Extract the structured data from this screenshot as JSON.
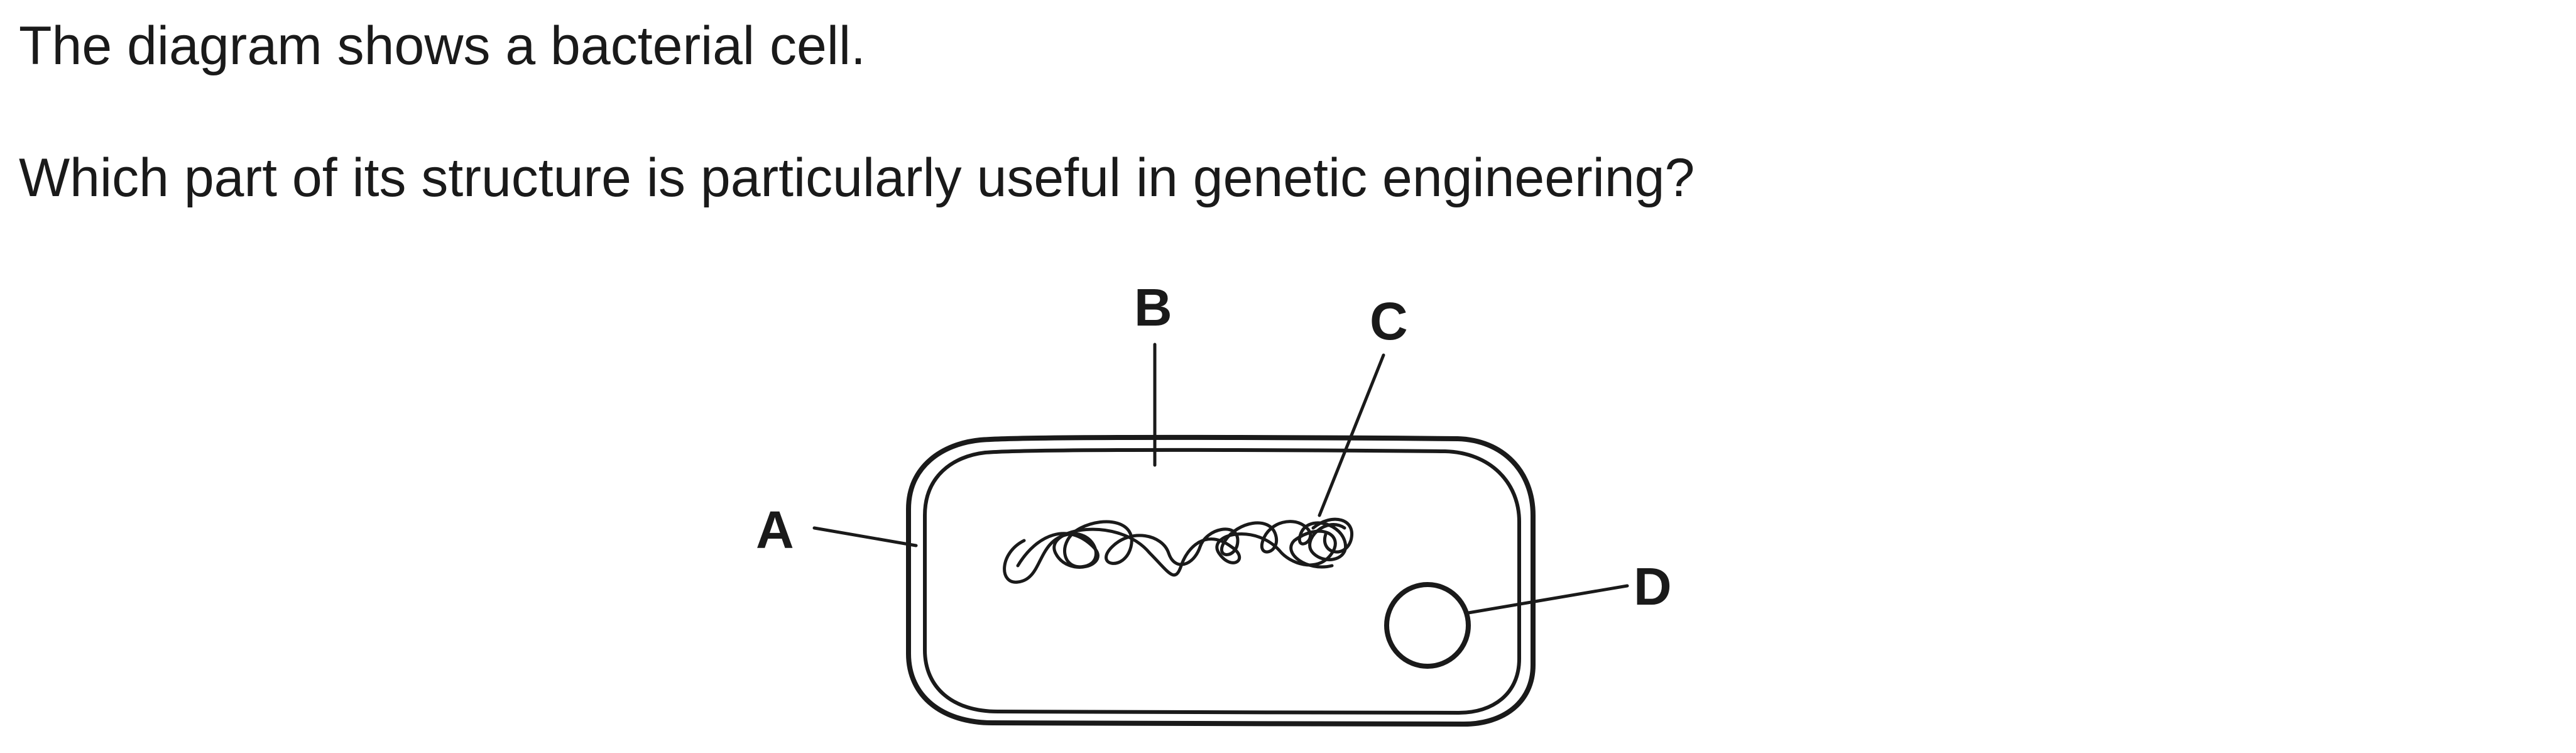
{
  "question": {
    "intro": "The diagram shows a bacterial cell.",
    "prompt": "Which part of its structure is particularly useful in genetic engineering?"
  },
  "diagram": {
    "labels": {
      "a": "A",
      "b": "B",
      "c": "C",
      "d": "D"
    },
    "line_color": "#1a1a1a"
  }
}
